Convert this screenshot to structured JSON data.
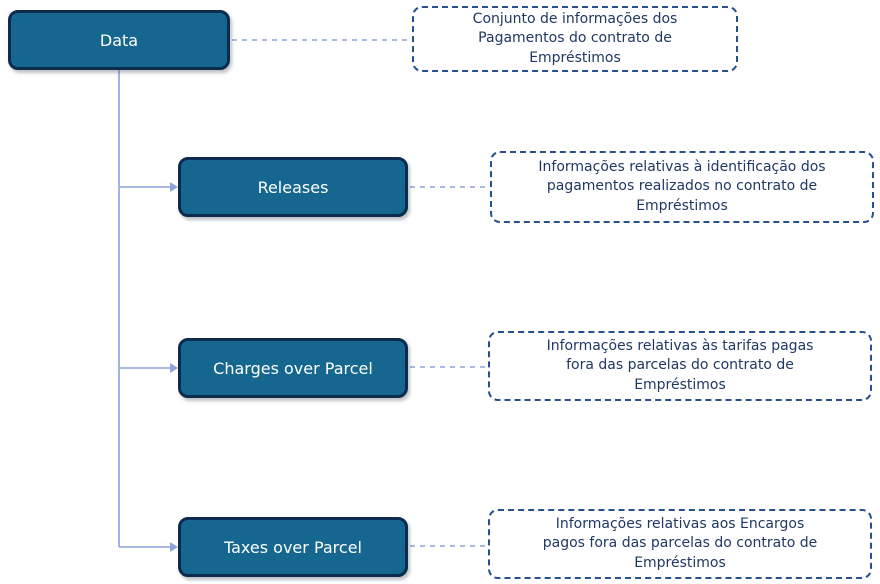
{
  "colors": {
    "node_fill": "#16678F",
    "node_border": "#0D2B4D",
    "node_text": "#FFFFFF",
    "note_border": "#27508F",
    "note_text": "#1F3864",
    "connector": "#8CA3DC",
    "canvas_bg": "#FFFFFF"
  },
  "nodes": [
    {
      "id": "data",
      "label": "Data",
      "note": "Conjunto de informações dos\nPagamentos do contrato de\nEmpréstimos"
    },
    {
      "id": "releases",
      "label": "Releases",
      "note": "Informações relativas à identificação dos\npagamentos realizados no contrato de\nEmpréstimos"
    },
    {
      "id": "charges-over-parcel",
      "label": "Charges over Parcel",
      "note": "Informações relativas às tarifas pagas\nfora das parcelas do contrato de\nEmpréstimos"
    },
    {
      "id": "taxes-over-parcel",
      "label": "Taxes over Parcel",
      "note": "Informações relativas aos Encargos\npagos fora das parcelas do contrato de\nEmpréstimos"
    }
  ]
}
